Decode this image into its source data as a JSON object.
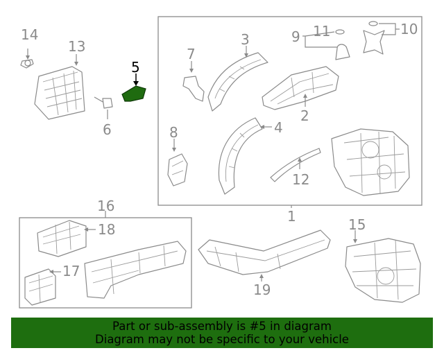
{
  "labels": {
    "c1": "1",
    "c2": "2",
    "c3": "3",
    "c4": "4",
    "c5": "5",
    "c6": "6",
    "c7": "7",
    "c8": "8",
    "c9": "9",
    "c10": "10",
    "c11": "11",
    "c12": "12",
    "c13": "13",
    "c14": "14",
    "c15": "15",
    "c16": "16",
    "c17": "17",
    "c18": "18",
    "c19": "19"
  },
  "highlight_callout": "5",
  "colors": {
    "line": "#8a8a8a",
    "highlight_part": "#1f6b10",
    "banner_background": "#1e6e0f",
    "banner_text": "#000000"
  },
  "banner": {
    "line1": "Part or sub-assembly is #5 in diagram",
    "line2": "Diagram may not be specific to your vehicle"
  }
}
